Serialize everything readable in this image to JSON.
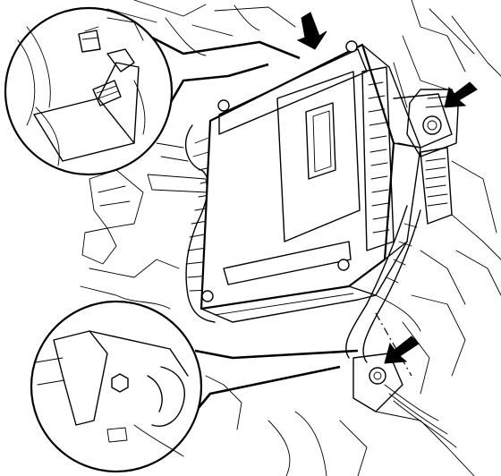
{
  "diagram": {
    "callout_arrows": [
      "bolt-top-arrow",
      "bolt-right-arrow",
      "bolt-lower-arrow"
    ],
    "colors": {
      "line": "#000000",
      "background": "#ffffff"
    }
  }
}
